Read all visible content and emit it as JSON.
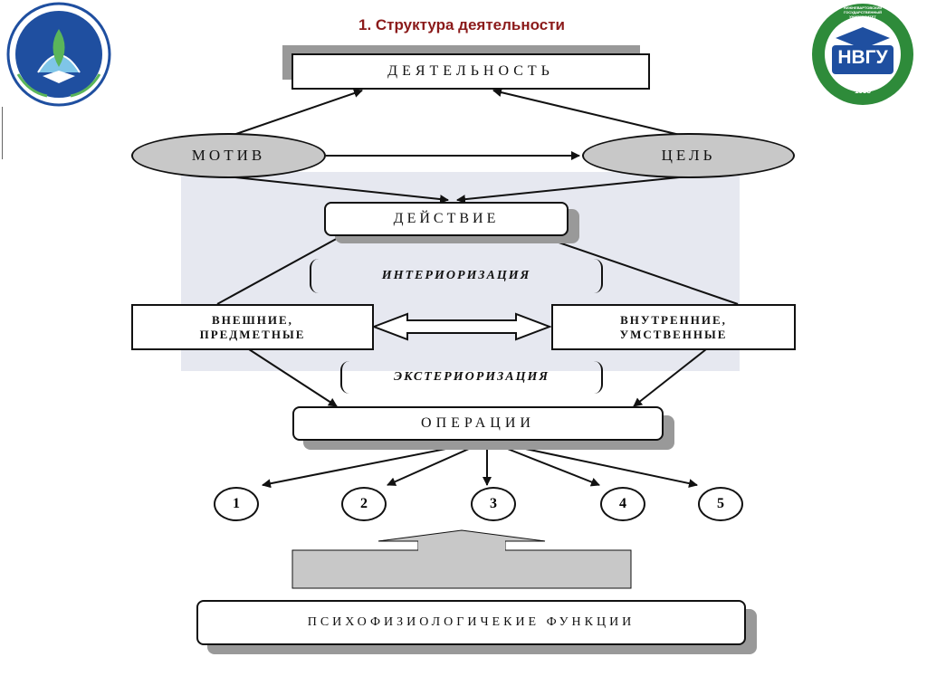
{
  "title": "1. Структура деятельности",
  "nodes": {
    "activity": "ДЕЯТЕЛЬНОСТЬ",
    "motive": "МОТИВ",
    "goal": "ЦЕЛЬ",
    "action": "ДЕЙСТВИЕ",
    "interiorization": "ИНТЕРИОРИЗАЦИЯ",
    "external": "ВНЕШНИЕ,\nПРЕДМЕТНЫЕ",
    "internal": "ВНУТРЕННИЕ,\nУМСТВЕННЫЕ",
    "exteriorization": "ЭКСТЕРИОРИЗАЦИЯ",
    "operations": "ОПЕРАЦИИ",
    "psychophysiological": "ПСИХОФИЗИОЛОГИЧЕКИЕ ФУНКЦИИ"
  },
  "numbers": [
    "1",
    "2",
    "3",
    "4",
    "5"
  ],
  "logo_right": {
    "abbr": "НВГУ",
    "ring": "НИЖНЕВАРТОВСКИЙ ГОСУДАРСТВЕННЫЙ УНИВЕРСИТЕТ",
    "year": "1988"
  },
  "colors": {
    "title": "#8b1a1a",
    "ellipse_fill": "#c8c8c8",
    "panel": "#e6e8f0",
    "shadow": "#999999",
    "logo_green": "#2e8b3a",
    "logo_blue": "#1f4fa0"
  }
}
